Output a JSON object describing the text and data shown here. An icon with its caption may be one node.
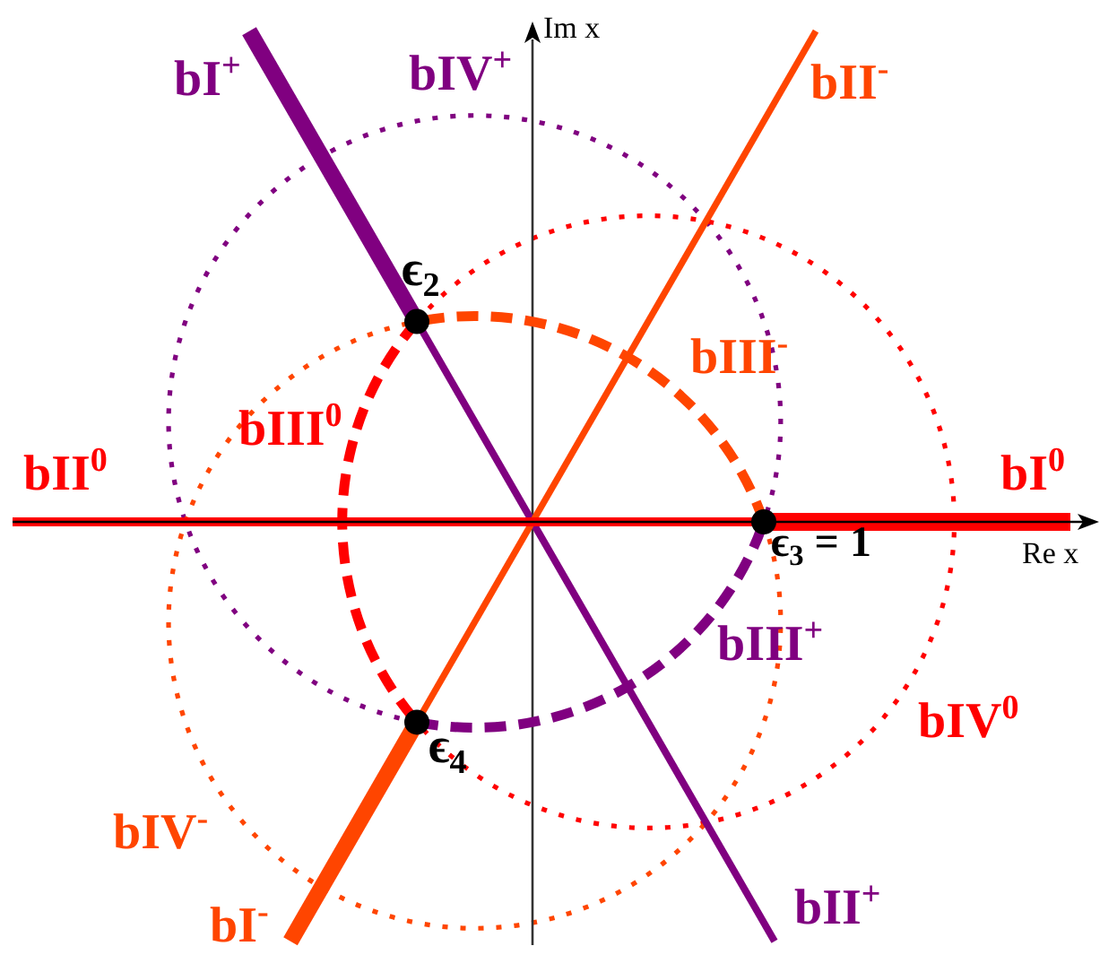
{
  "diagram": {
    "labels": [
      "Im x",
      "bI$^{+}$",
      "bIV$^{+}$",
      "bII$^{-}$",
      "ϵ$_{2}$",
      "bIII$^{-}$",
      "bIII$^{0}$",
      "bII$^{0}$",
      "bI$^{0}$",
      "ϵ$_{3}$ = 1",
      "Re x",
      "bIII$^{+}$",
      "bIV$^{0}$",
      "ϵ$_{4}$",
      "bIV$^{-}$",
      "bII$^{+}$",
      "bI$^{-}$"
    ]
  }
}
